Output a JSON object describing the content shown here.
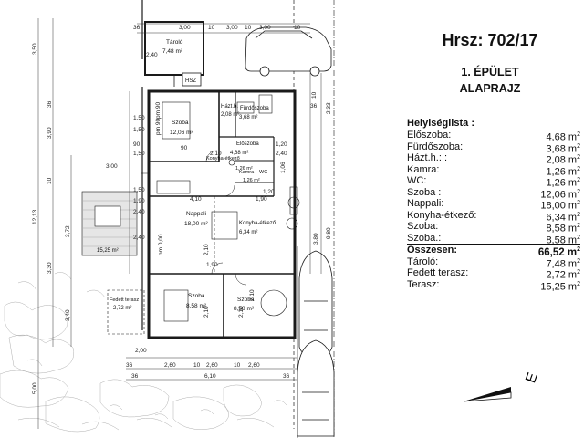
{
  "title": "Hrsz: 702/17",
  "building": {
    "line1": "1. ÉPÜLET",
    "line2": "ALAPRAJZ"
  },
  "helyisegLista": {
    "heading": "Helyiséglista :",
    "unit": "m",
    "unit_exp": "2",
    "rows": [
      {
        "name": "Előszoba:",
        "value": "4,68"
      },
      {
        "name": "Fürdőszoba:",
        "value": "3,68"
      },
      {
        "name": "Házt.h.:      :",
        "value": "2,08"
      },
      {
        "name": "Kamra:",
        "value": "1,26"
      },
      {
        "name": "WC:",
        "value": "1,26"
      },
      {
        "name": "Szoba     :",
        "value": "12,06"
      },
      {
        "name": "Nappali:",
        "value": "18,00"
      },
      {
        "name": "Konyha-étkező:",
        "value": "6,34"
      },
      {
        "name": "Szoba:",
        "value": "8,58"
      },
      {
        "name": "Szoba.:",
        "value": "8,58"
      }
    ],
    "total": {
      "name": "Összesen:",
      "value": "66,52"
    },
    "extra": [
      {
        "name": "Tároló:",
        "value": "7,48"
      },
      {
        "name": "Fedett terasz:",
        "value": "2,72"
      },
      {
        "name": "Terasz:",
        "value": "15,25"
      }
    ]
  },
  "rooms": {
    "taroló": {
      "name": "Tároló",
      "area": "7,48 m²"
    },
    "hsz": "HSZ",
    "szoba1": {
      "name": "Szoba",
      "area": "12,06 m²"
    },
    "haztb": {
      "name": "Házt.b.",
      "area": "2,08 m²"
    },
    "furdo": {
      "name": "Fürdőszoba",
      "area": "3,68 m²"
    },
    "eloszoba": {
      "name": "Előszoba",
      "area": "4,68 m²"
    },
    "kamra": {
      "name": "Kamra",
      "area": "1,26 m²"
    },
    "wc": {
      "name": "WC",
      "area": "1,26 m²"
    },
    "konyha_label": "Konyha-étkező",
    "nappali": {
      "name": "Nappali",
      "area": "18,00 m²"
    },
    "konyha": {
      "name": "Konyha-étkező",
      "area": "6,34 m²"
    },
    "terasz_area": "15,25 m²",
    "fedett": {
      "name": "Fedett terasz",
      "area": "2,72 m²"
    },
    "szoba2": {
      "name": "Szoba",
      "area": "8,58 m²"
    },
    "szoba3": {
      "name": "Szoba",
      "area": "8,58 m²"
    }
  },
  "dims": {
    "top": [
      "36",
      "3,00",
      "10",
      "3,00",
      "10",
      "3,00",
      "10"
    ],
    "bottom": [
      "36",
      "2,60",
      "10",
      "2,60",
      "10",
      "2,60",
      "36",
      "6,10",
      "36"
    ],
    "bottom_mid": "2,00",
    "left_outer": [
      "3,50",
      "36",
      "3,90",
      "10",
      "12,13",
      "3,72",
      "3,30",
      "3,40",
      "5,00"
    ],
    "left_inner": [
      "2,40",
      "1,50",
      "1,50",
      "90",
      "2,10",
      "1,50",
      "90",
      "1,50",
      "3,00",
      "1,90",
      "2,40",
      "2,40"
    ],
    "interior": [
      "4,10",
      "1,90",
      "1,20",
      "2,40",
      "pm 90",
      "pm 90",
      "pm 0,00",
      "1,20",
      "2,10",
      "2,10",
      "2,10",
      "2,10"
    ],
    "right": [
      "36",
      "2,33",
      "10",
      "3,80",
      "9,80",
      "1,06",
      "1,90"
    ]
  },
  "colors": {
    "line": "#1a1a1a",
    "dim": "#333333",
    "tree": "#9a9a9a",
    "terrace": "#e0e0e0"
  }
}
